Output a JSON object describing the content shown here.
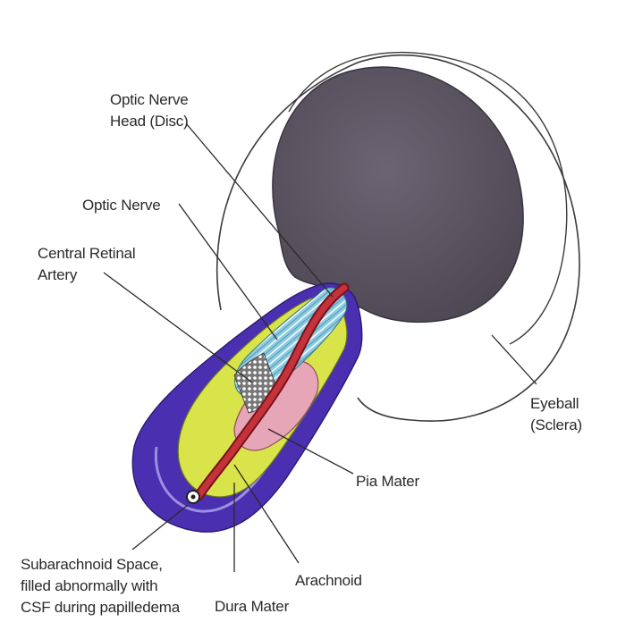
{
  "labels": {
    "optic_nerve_head": [
      "Optic Nerve",
      "Head (Disc)"
    ],
    "optic_nerve": "Optic Nerve",
    "central_retinal_artery": [
      "Central Retinal",
      "Artery"
    ],
    "eyeball": [
      "Eyeball",
      "(Sclera)"
    ],
    "pia_mater": "Pia Mater",
    "subarachnoid_space": [
      "Subarachnoid Space,",
      "filled abnormally with",
      "CSF during papilledema"
    ],
    "dura_mater": "Dura Mater",
    "arachnoid": "Arachnoid"
  },
  "colors": {
    "eyeball_interior": "#5f5866",
    "dura_mater": "#4a2fb0",
    "subarachnoid_space": "#d9e34a",
    "pia_mater": "#e7a6b8",
    "optic_nerve_fibers": "#7ec3d8",
    "central_retinal_artery": "#b3202b",
    "outline": "#333333"
  }
}
